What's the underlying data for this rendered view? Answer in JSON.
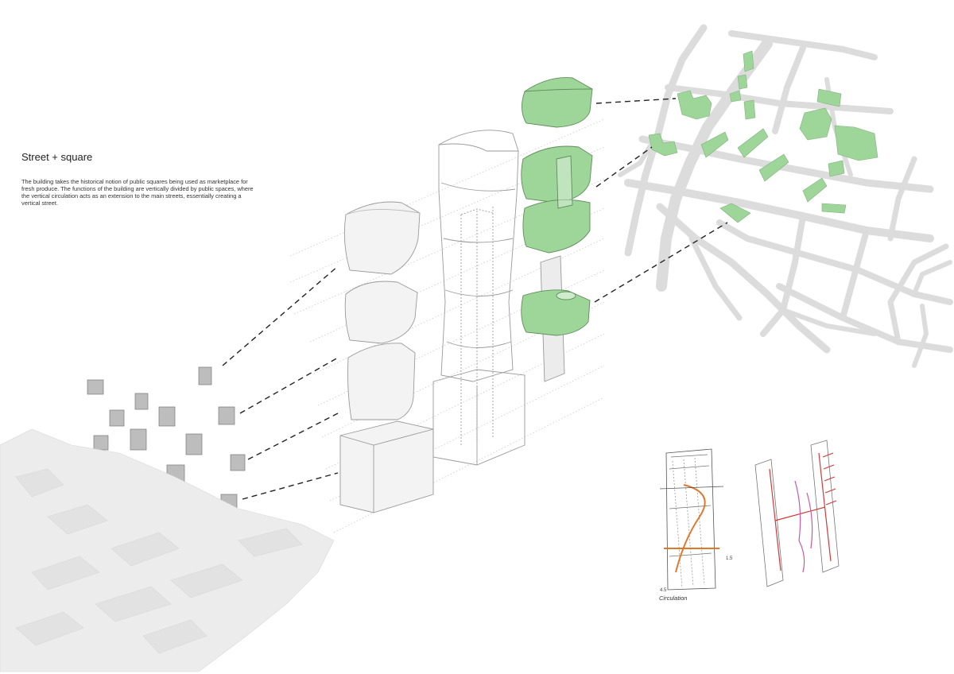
{
  "panel": {
    "heading": "Street + square",
    "description": "The building takes the historical notion of public squares being used as marketplace for fresh produce. The functions of the building are vertically divided by public spaces, where the vertical circulation acts as an extension to the main streets, essentially creating a vertical street."
  },
  "sketch": {
    "caption": "Circulation",
    "note_a": "1.5",
    "note_b": "4.5"
  },
  "colors": {
    "public_green": "#9ed69a",
    "green_edge": "#5e8d5a",
    "street_grey": "#dcdcdc",
    "block_grey": "#e6e6e6",
    "circulation_orange": "#e0782a",
    "circulation_red": "#d23a3a",
    "circulation_pink": "#c85aa0"
  }
}
